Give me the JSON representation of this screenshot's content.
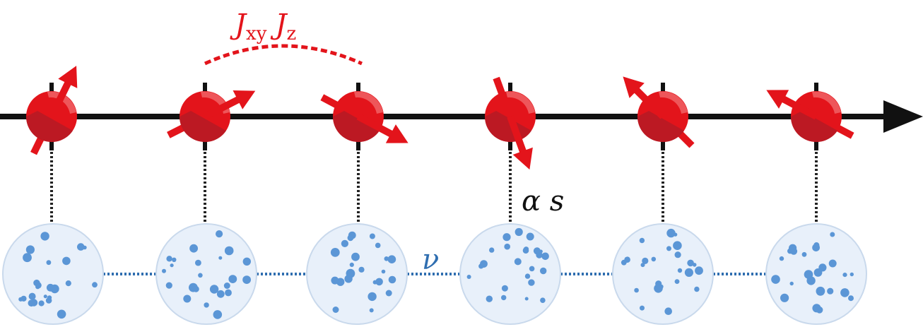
{
  "labels": {
    "exchange_J_symbol": "J",
    "exchange_xy_subscript": "xy",
    "exchange_J2_symbol": "J",
    "exchange_z_subscript": "z",
    "spin_bath_coupling": "α s",
    "bath_hopping": "ν"
  },
  "colors": {
    "axis": "#111111",
    "spin_red": "#e3141b",
    "spin_shadow": "#b51a24",
    "spin_highlight": "#f0666a",
    "exchange_arc": "#e3141b",
    "bath_fill": "#e8f0fa",
    "bath_stroke": "#c9d9ec",
    "bath_dot": "#5b96d6",
    "bath_link": "#2f6eb0",
    "coupling_line": "#222222",
    "label_black": "#111111",
    "label_red": "#e3141b",
    "label_blue": "#2f6eb0"
  },
  "spins": [
    {
      "index": 1,
      "arrow_direction": "up-right"
    },
    {
      "index": 2,
      "arrow_direction": "right-up"
    },
    {
      "index": 3,
      "arrow_direction": "right-down"
    },
    {
      "index": 4,
      "arrow_direction": "down"
    },
    {
      "index": 5,
      "arrow_direction": "up-left"
    },
    {
      "index": 6,
      "arrow_direction": "left-up"
    }
  ],
  "bath_count": 6
}
